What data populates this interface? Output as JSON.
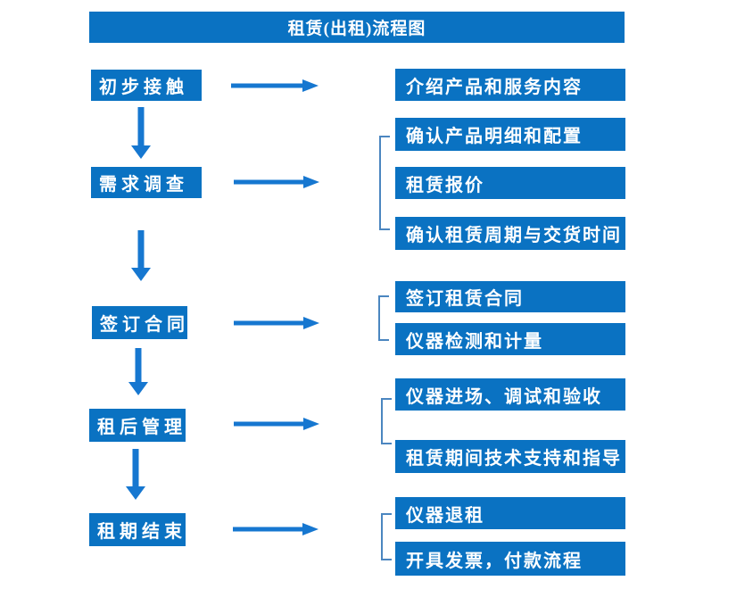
{
  "title": "租赁(出租)流程图",
  "colors": {
    "box_blue": "#0A72C2",
    "arrow_blue": "#1677D0",
    "bracket_blue": "#4B86C0",
    "text_white": "#FFFFFF"
  },
  "chart_type": "flowchart",
  "stages": [
    {
      "label": "初步接触",
      "details": [
        "介绍产品和服务内容"
      ]
    },
    {
      "label": "需求调查",
      "details": [
        "确认产品明细和配置",
        "租赁报价",
        "确认租赁周期与交货时间"
      ]
    },
    {
      "label": "签订合同",
      "details": [
        "签订租赁合同",
        "仪器检测和计量"
      ]
    },
    {
      "label": "租后管理",
      "details": [
        "仪器进场、调试和验收",
        "租赁期间技术支持和指导"
      ]
    },
    {
      "label": "租期结束",
      "details": [
        "仪器退租",
        "开具发票，付款流程"
      ]
    }
  ]
}
